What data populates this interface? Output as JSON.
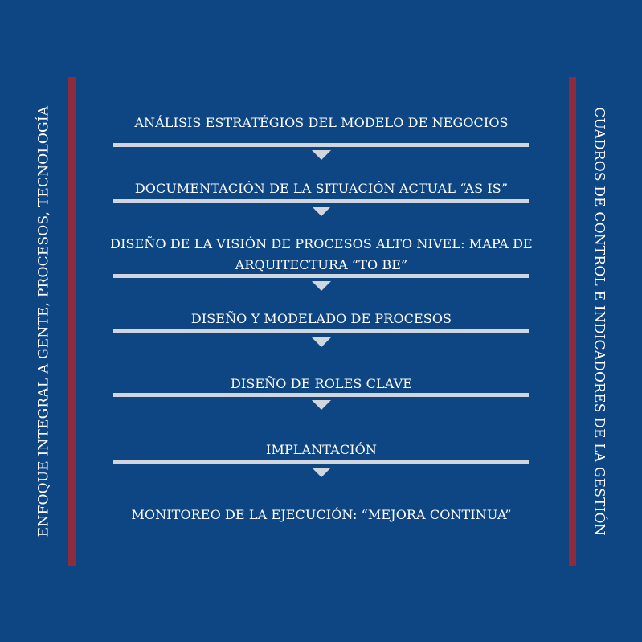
{
  "left_label": "ENFOQUE INTEGRAL A GENTE, PROCESOS, TECNOLOGÍA",
  "right_label": "CUADROS DE CONTROL E INDICADORES DE LA GESTIÓN",
  "colors": {
    "background": "#0e4684",
    "side_bar": "#8e2b3c",
    "divider": "#d0d5de",
    "text": "#ffffff"
  },
  "steps": [
    {
      "label": "ANÁLISIS ESTRATÉGIOS DEL MODELO DE NEGOCIOS"
    },
    {
      "label": "DOCUMENTACIÓN DE LA SITUACIÓN ACTUAL “AS IS”"
    },
    {
      "label": "DISEÑO DE LA VISIÓN DE PROCESOS ALTO NIVEL: MAPA DE ARQUITECTURA “TO BE”"
    },
    {
      "label": "DISEÑO Y MODELADO DE PROCESOS"
    },
    {
      "label": "DISEÑO DE ROLES CLAVE"
    },
    {
      "label": "IMPLANTACIÓN"
    },
    {
      "label": "MONITOREO DE LA EJECUCIÓN: “MEJORA CONTINUA”"
    }
  ]
}
